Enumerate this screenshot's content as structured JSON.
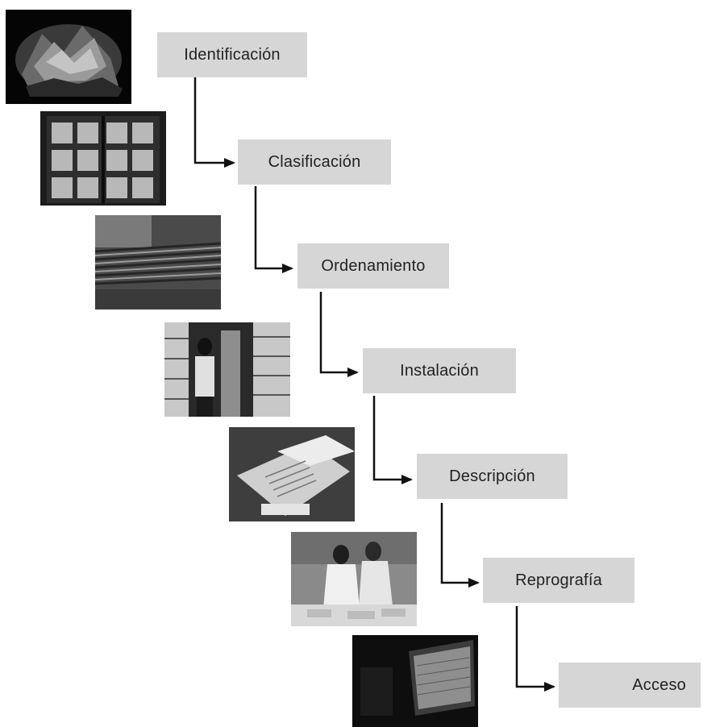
{
  "steps": [
    {
      "id": "identificacion",
      "label": "Identificación"
    },
    {
      "id": "clasificacion",
      "label": "Clasificación"
    },
    {
      "id": "ordenamiento",
      "label": "Ordenamiento"
    },
    {
      "id": "instalacion",
      "label": "Instalación"
    },
    {
      "id": "descripcion",
      "label": "Descripción"
    },
    {
      "id": "reprografia",
      "label": "Reprografía"
    },
    {
      "id": "acceso",
      "label": "Acceso"
    }
  ],
  "colors": {
    "box": "#d6d6d6",
    "text": "#222222",
    "arrow": "#111111"
  }
}
